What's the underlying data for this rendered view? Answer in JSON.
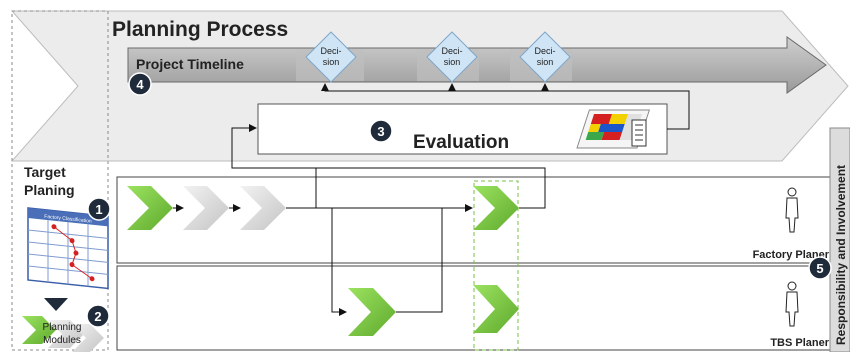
{
  "title": "Planning Process",
  "timeline": {
    "label": "Project Timeline",
    "decisions": [
      {
        "line1": "Deci-",
        "line2": "sion"
      },
      {
        "line1": "Deci-",
        "line2": "sion"
      },
      {
        "line1": "Deci-",
        "line2": "sion"
      }
    ]
  },
  "evaluation": {
    "label": "Evaluation"
  },
  "target_planning": {
    "line1": "Target",
    "line2": "Planing",
    "chart_title": "Factory Classification"
  },
  "planning_modules": {
    "line1": "Planning",
    "line2": "Modules"
  },
  "lanes": [
    {
      "role": "Factory Planer"
    },
    {
      "role": "TBS Planer"
    }
  ],
  "side_label": "Responsibility and Involvement",
  "badges": [
    "1",
    "2",
    "3",
    "4",
    "5"
  ],
  "colors": {
    "green": "#7ac143",
    "grey": "#d4d4d4",
    "dark": "#1f2a3a",
    "decision": "#cfe4f5"
  }
}
